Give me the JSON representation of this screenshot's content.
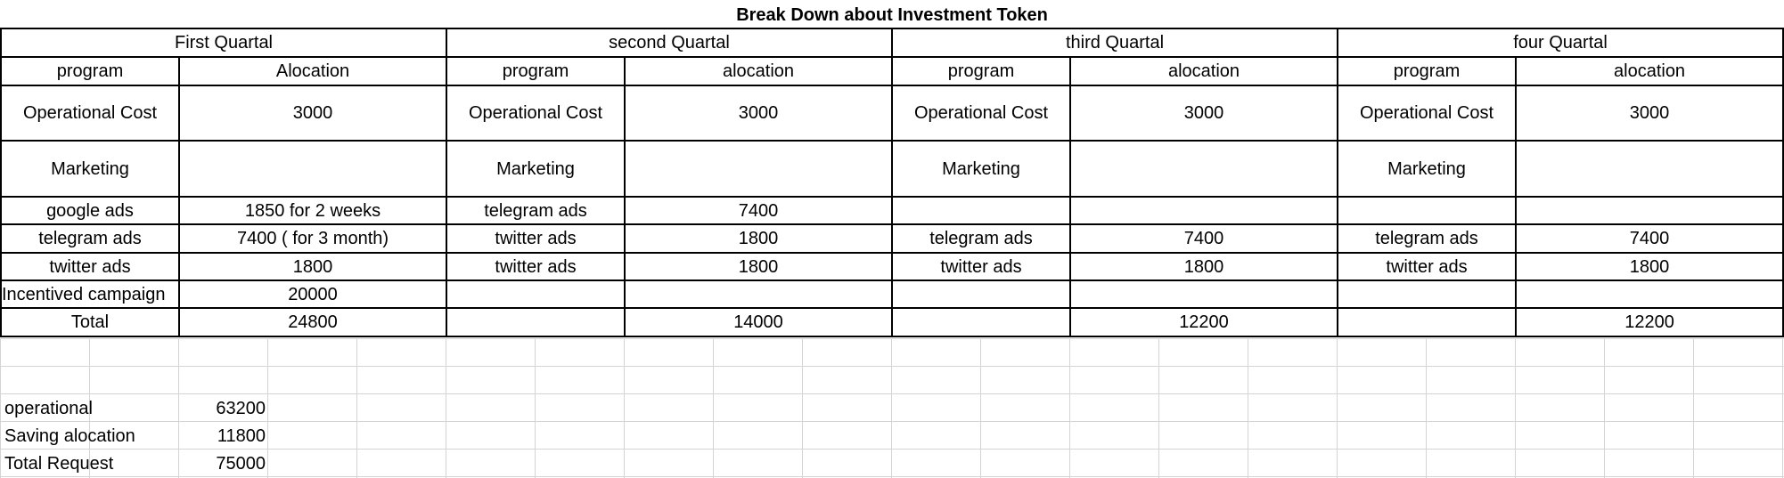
{
  "title": "Break Down about Investment Token",
  "quarters": [
    {
      "name": "First Quartal",
      "program_header": "program",
      "allocation_header": "Alocation"
    },
    {
      "name": "second Quartal",
      "program_header": "program",
      "allocation_header": "alocation"
    },
    {
      "name": "third Quartal",
      "program_header": "program",
      "allocation_header": "alocation"
    },
    {
      "name": "four Quartal",
      "program_header": "program",
      "allocation_header": "alocation"
    }
  ],
  "rows": [
    [
      "Operational Cost",
      "3000",
      "Operational Cost",
      "3000",
      "Operational Cost",
      "3000",
      "Operational Cost",
      "3000"
    ],
    [
      "Marketing",
      "",
      "Marketing",
      "",
      "Marketing",
      "",
      "Marketing",
      ""
    ],
    [
      "google ads",
      "1850 for 2 weeks",
      "telegram ads",
      "7400",
      "",
      "",
      "",
      ""
    ],
    [
      "telegram ads",
      "7400 ( for 3 month)",
      "twitter ads",
      "1800",
      "telegram ads",
      "7400",
      "telegram ads",
      "7400"
    ],
    [
      "twitter ads",
      "1800",
      "twitter ads",
      "1800",
      "twitter ads",
      "1800",
      "twitter ads",
      "1800"
    ],
    [
      "Incentived campaign",
      "20000",
      "",
      "",
      "",
      "",
      "",
      ""
    ],
    [
      "Total",
      "24800",
      "",
      "14000",
      "",
      "12200",
      "",
      "12200"
    ]
  ],
  "summary": [
    {
      "label": "operational",
      "value": "63200"
    },
    {
      "label": "Saving alocation",
      "value": "11800"
    },
    {
      "label": "Total Request",
      "value": "75000"
    }
  ]
}
